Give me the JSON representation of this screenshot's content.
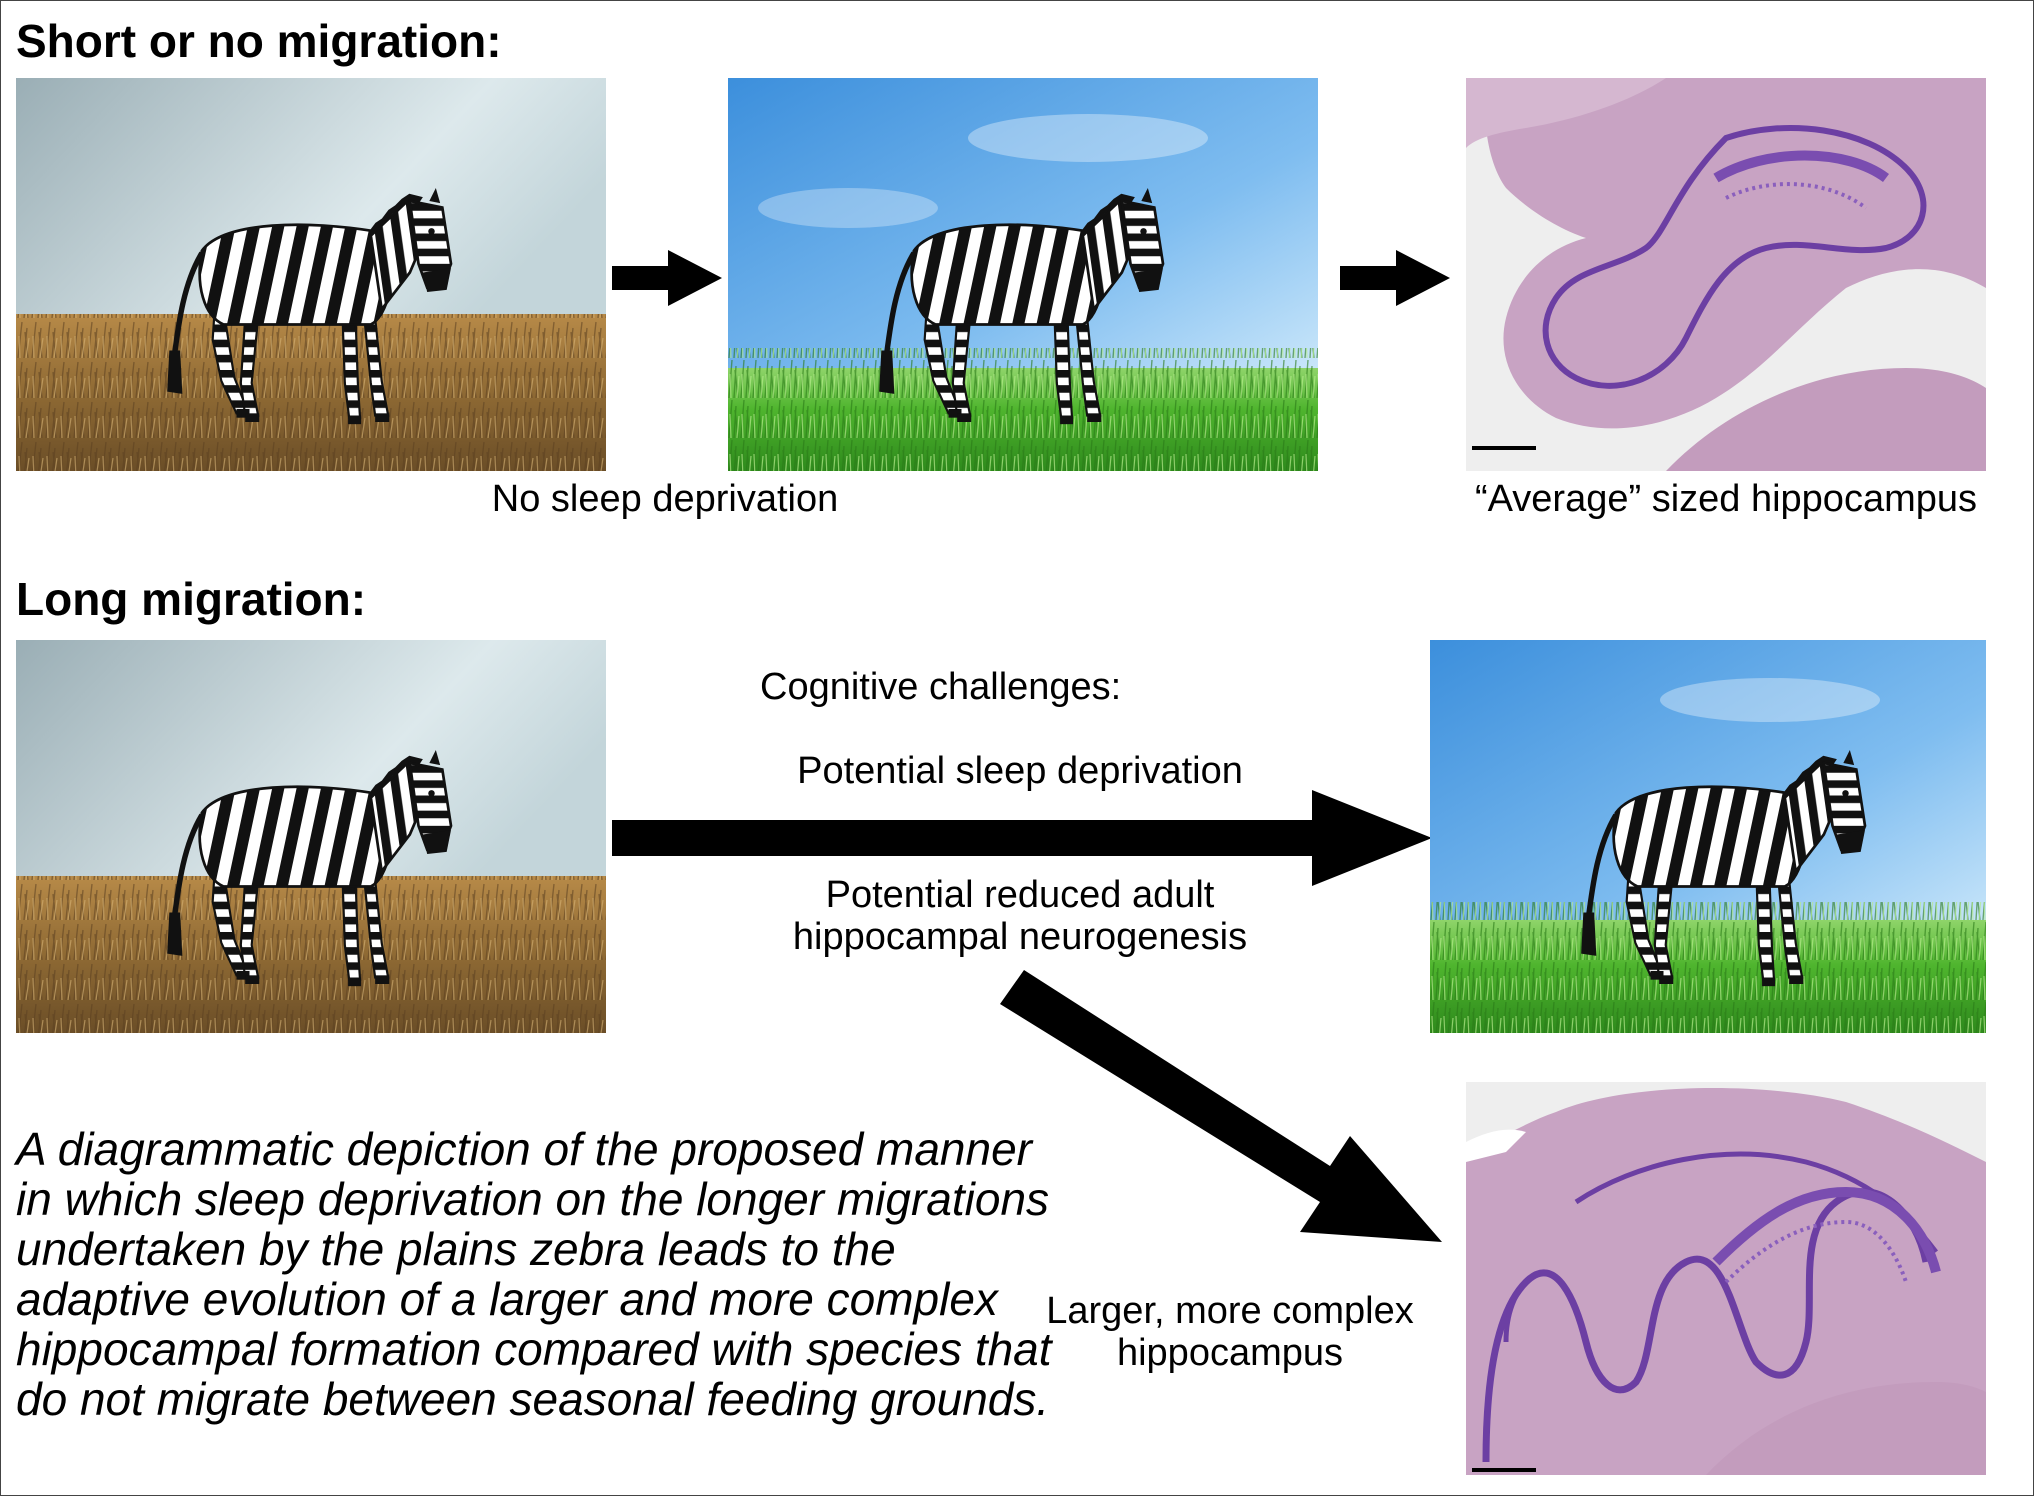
{
  "sections": {
    "short": {
      "title": "Short or no migration:",
      "label_grass": "No sleep deprivation",
      "label_brain": "“Average” sized hippocampus"
    },
    "long": {
      "title": "Long migration:",
      "challenges_title": "Cognitive challenges:",
      "challenge_1": "Potential sleep deprivation",
      "challenge_2_line1": "Potential reduced adult",
      "challenge_2_line2": "hippocampal neurogenesis",
      "brain_label_line1": "Larger, more complex",
      "brain_label_line2": "hippocampus"
    }
  },
  "caption": "A diagrammatic depiction of the proposed manner in which sleep deprivation on the longer migrations undertaken by the plains zebra leads to the adaptive evolution of a larger and more complex hippocampal formation compared with species that do not migrate between seasonal feeding grounds.",
  "icons": {
    "zebra": "zebra-illustration",
    "arrow": "right-arrow",
    "brain": "hippocampus-histology-section"
  },
  "colors": {
    "dry_grass": "#a07a3e",
    "green_grass": "#4fb52e",
    "sky_blue": "#3b8fe0",
    "overcast": "#b6c9cf",
    "tissue_pink": "#c8a3c3",
    "cell_layer": "#6c3fa3"
  }
}
